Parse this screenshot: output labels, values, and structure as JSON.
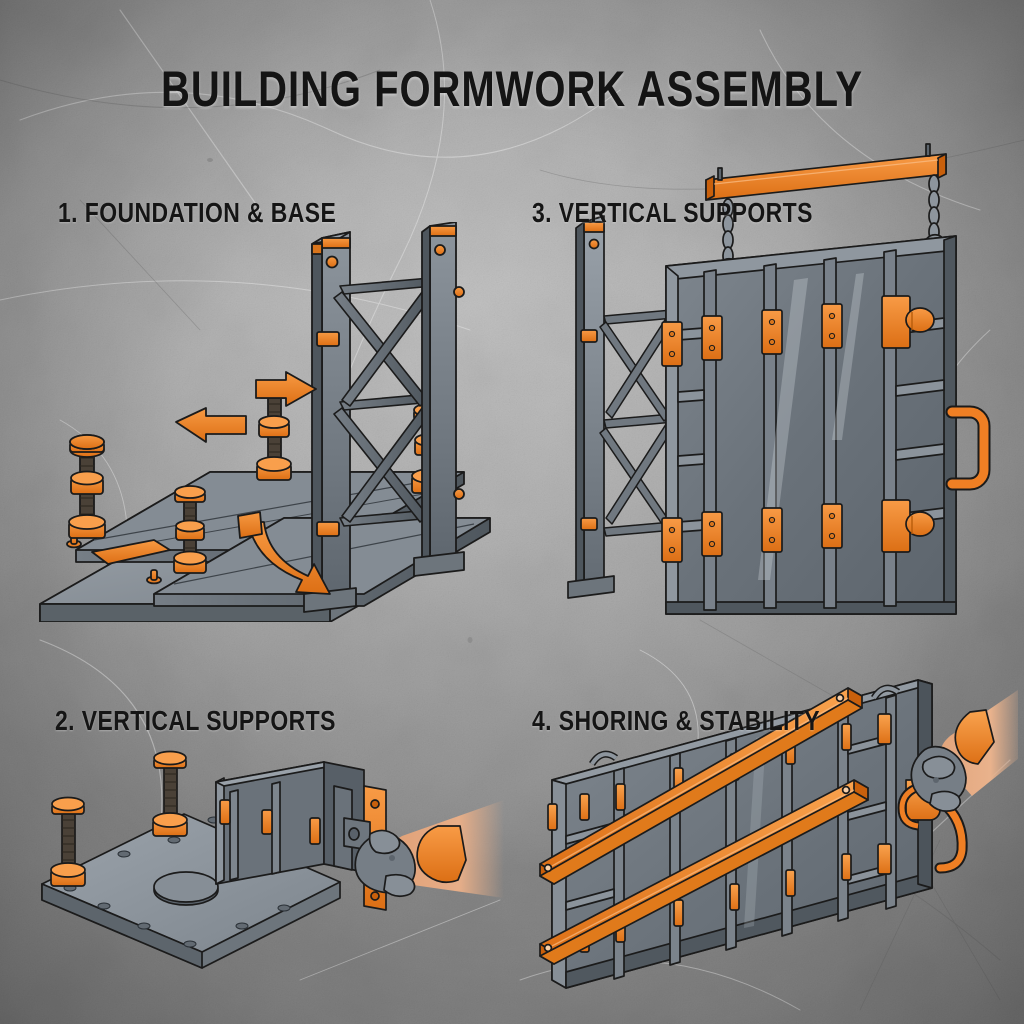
{
  "poster": {
    "title": "BUILDING FORMWORK ASSEMBLY",
    "background_color": "#a9a9a9",
    "accent_color": "#ef7f24",
    "steel_color": "#6e767e",
    "outline_color": "#1b1b1b",
    "text_color": "#141414"
  },
  "steps": [
    {
      "number": "1",
      "label": "1. FOUNDATION & BASE",
      "illustration": "isometric base plate with steel beams, four orange adjustable screw jacks, two vertical columns with X-bracing and three orange direction arrows"
    },
    {
      "number": "2",
      "label": "2. VERTICAL SUPPORTS",
      "illustration": "flat base plate with centre hole and bolt holes, two screw jacks, small formwork panels and a gloved hand fitting an orange clamp"
    },
    {
      "number": "3",
      "label": "3. VERTICAL SUPPORTS",
      "illustration": "formwork wall panel suspended by chains from an orange spreader beam, orange clamps down each rib, orange carry handle and lattice tower at left"
    },
    {
      "number": "4",
      "label": "4. SHORING & STABILITY",
      "illustration": "large formwork wall in perspective braced by two diagonal orange walers, orange clamps and a gloved hand on the handle"
    }
  ],
  "icons": {
    "arrow_left": "arrow-left-icon",
    "arrow_right": "arrow-right-icon",
    "arrow_curve": "arrow-curve-down-icon",
    "chain": "chain-icon",
    "hook": "hook-icon",
    "glove": "glove-hand-icon",
    "screw_jack": "screw-jack-icon",
    "handle": "handle-icon"
  }
}
